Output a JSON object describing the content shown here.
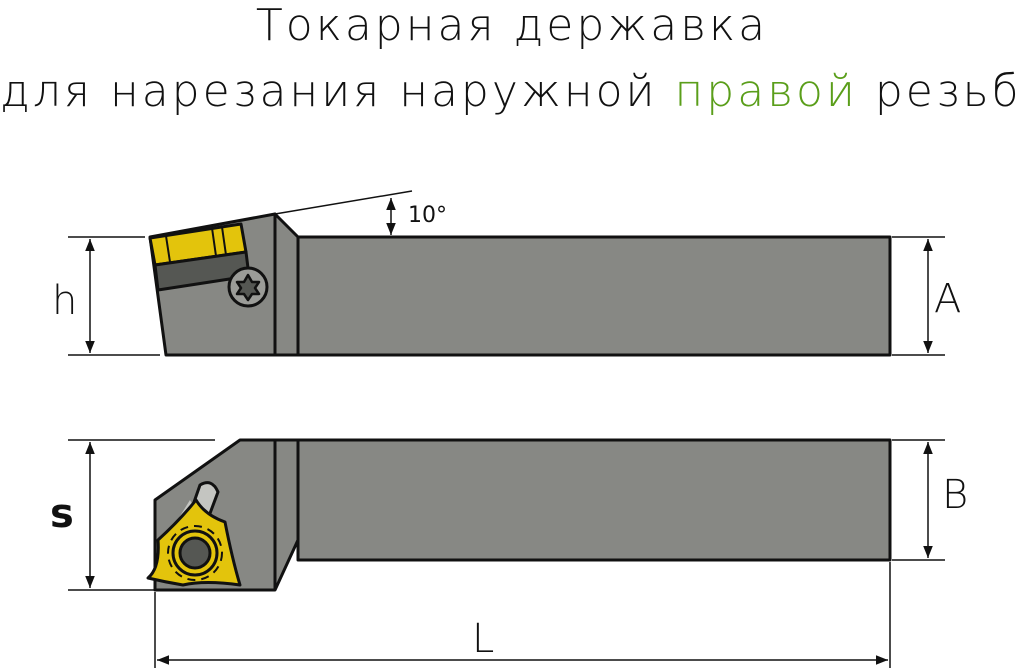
{
  "title": {
    "line1": "Токарная державка",
    "line2_prefix": "для нарезания наружной",
    "line2_highlight": "правой",
    "line2_suffix": "резьбы"
  },
  "dimensions": {
    "h": "h",
    "A": "A",
    "s": "s",
    "B": "B",
    "L": "L",
    "angle": "10°"
  },
  "colors": {
    "body": "#878884",
    "insert": "#e3c40c",
    "highlight": "#5a9e1a",
    "dark_band": "#555753"
  }
}
